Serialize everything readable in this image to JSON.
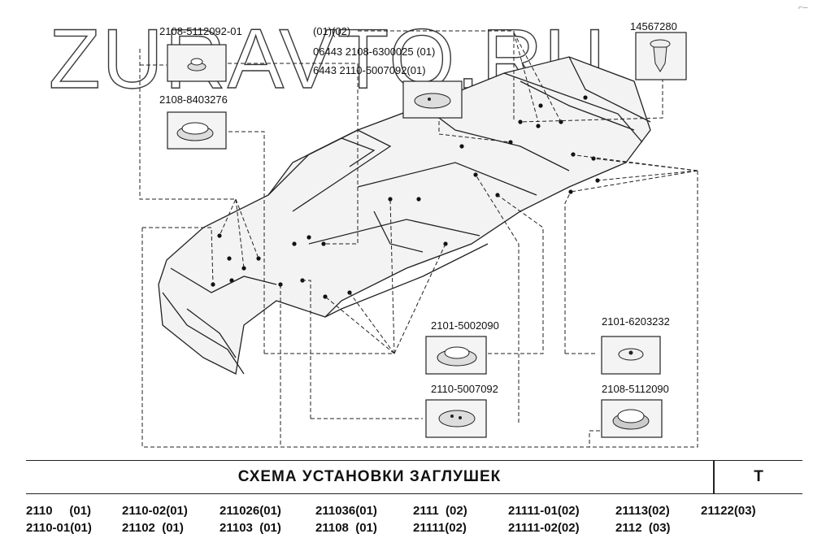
{
  "watermark": "ZURAVTO.RU",
  "part_labels": {
    "p1": "2108-5112092-01",
    "p2": "2108-8403276",
    "p3a": "(01)(02)",
    "p3b": "06443 2108-6300025 (01)",
    "p3c": "6443 2110-5007092(01)",
    "p4": "14567280",
    "p5": "2101-5002090",
    "p6": "2101-6203232",
    "p7": "2110-5007092",
    "p8": "2108-5112090"
  },
  "title": "СХЕМА  УСТАНОВКИ  ЗАГЛУШЕК",
  "section_code": "T",
  "models_row1": [
    "2110     (01)",
    "2110-02(01)",
    "211026(01)",
    "211036(01)",
    "2111  (02)",
    "21111-01(02)",
    "21113(02)",
    "21122(03)"
  ],
  "models_row2": [
    "2110-01(01)",
    "21102  (01)",
    "21103  (01)",
    "21108  (01)",
    "21111(02)",
    "21111-02(02)",
    "2112  (03)"
  ],
  "corner_mark": "⌐–"
}
